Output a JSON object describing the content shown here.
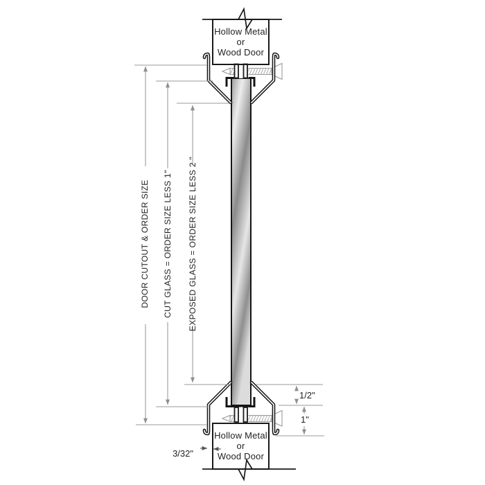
{
  "figure": {
    "kind": "door-lite glazing frame vertical section drawing"
  },
  "door_top": {
    "l1": "Hollow Metal",
    "l2": "or",
    "l3": "Wood Door"
  },
  "door_bottom": {
    "l1": "Hollow Metal",
    "l2": "or",
    "l3": "Wood Door"
  },
  "dims": {
    "door_cutout": "DOOR CUTOUT & ORDER SIZE",
    "cut_glass": "CUT GLASS = ORDER SIZE LESS 1\"",
    "exposed_glass": "EXPOSED GLASS = ORDER SIZE LESS 2 \"",
    "glass_bite": "1/2\"",
    "frame_face": "1\"",
    "joint_gap": "3/32\""
  },
  "colors": {
    "line": "#1a1a1a",
    "dimension": "#9a9a9a",
    "text": "#222222",
    "glass_dark": "#7a7a7a",
    "glass_light": "#f2f2f2"
  }
}
